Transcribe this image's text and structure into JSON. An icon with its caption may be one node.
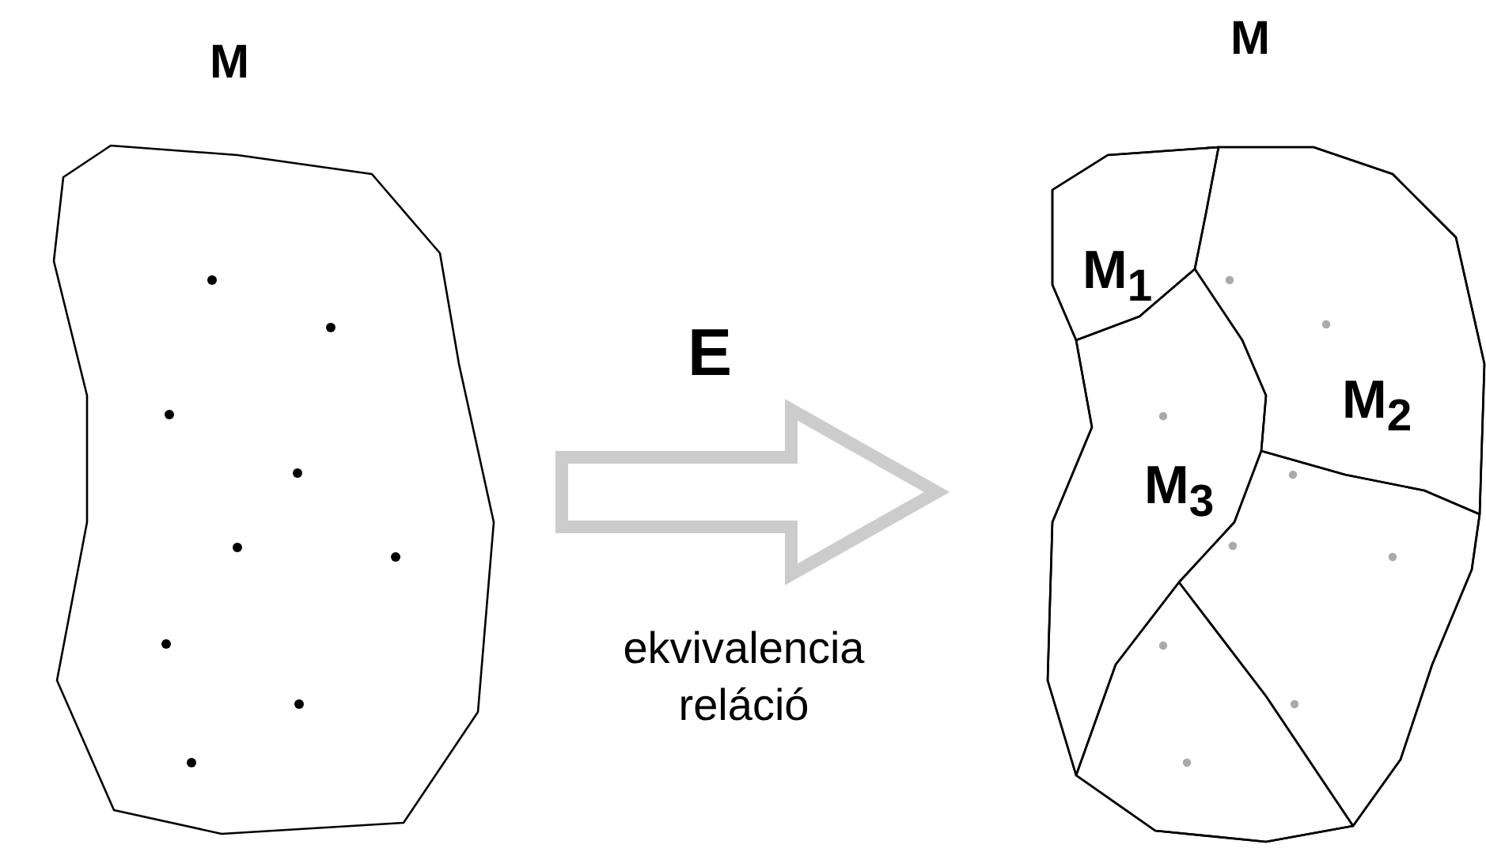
{
  "diagram": {
    "nodes": [
      {
        "text": [
          "M"
        ]
      },
      {
        "text": [
          "M"
        ]
      },
      {
        "text": [
          "M$_{1}$"
        ],
        "in": 1
      },
      {
        "text": [
          "M$_{2}$"
        ],
        "in": 1
      },
      {
        "text": [
          "M$_{3}$"
        ],
        "in": 1
      },
      {
        "text": [],
        "shape": "region",
        "in": 1
      },
      {
        "text": [],
        "shape": "region",
        "in": 1
      }
    ],
    "edges": [
      {
        "from": 0,
        "to": 1,
        "arrow": "to",
        "label": "E",
        "style": "thick",
        "color": "#cccccc"
      }
    ],
    "labels": [
      "ekvivalencia reláció"
    ]
  }
}
